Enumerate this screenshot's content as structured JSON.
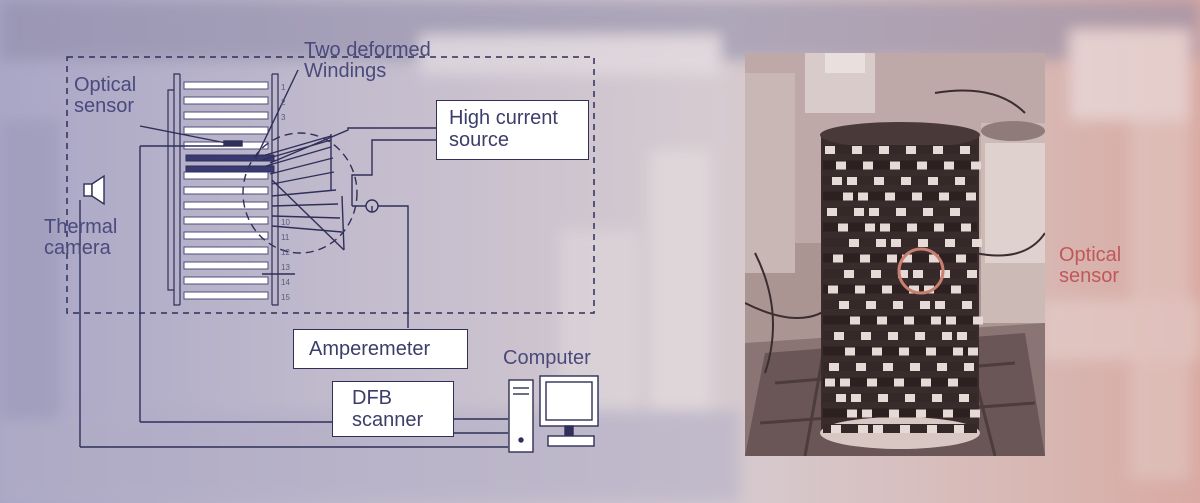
{
  "labels": {
    "two_deformed_windings": [
      "Two deformed",
      "Windings"
    ],
    "optical_sensor_left": [
      "Optical",
      "sensor"
    ],
    "thermal_camera": [
      "Thermal",
      "camera"
    ],
    "high_current_source": [
      "High current",
      "source"
    ],
    "amperemeter": "Amperemeter",
    "computer": "Computer",
    "dfb_scanner": [
      "DFB",
      "scanner"
    ],
    "optical_sensor_right": [
      "Optical",
      "sensor"
    ]
  },
  "winding_numbers": [
    "1",
    "2",
    "3",
    "",
    "",
    "",
    "",
    "",
    "",
    "10",
    "11",
    "12",
    "13",
    "14",
    "15"
  ],
  "colors": {
    "line": "#2f2f59",
    "label": "#4a4a7c",
    "right_label": "#c0585a",
    "photo_tint": "#b39c9c"
  },
  "icons": {
    "thermal_camera": "camera-horn-icon",
    "computer": "desktop-computer-icon",
    "optical_marker": "circle-marker-icon"
  }
}
